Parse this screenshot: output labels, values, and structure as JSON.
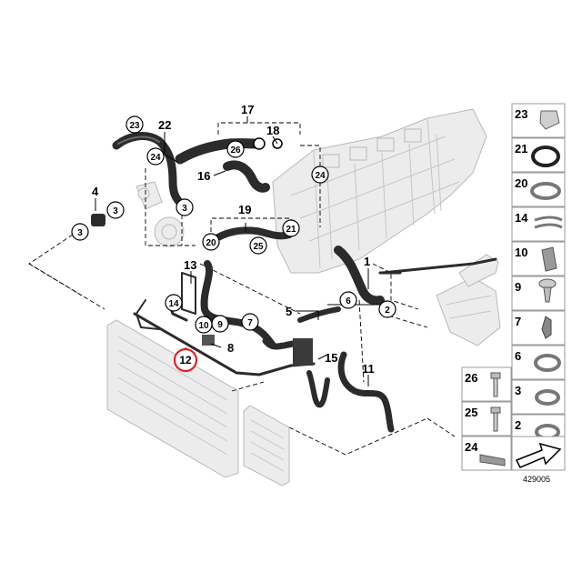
{
  "diagram": {
    "part_labels": {
      "p1": "1",
      "p4": "4",
      "p5": "5",
      "p7": "7",
      "p8": "8",
      "p10": "10",
      "p11": "11",
      "p12": "12",
      "p13": "13",
      "p14": "14",
      "p15": "15",
      "p16": "16",
      "p17": "17",
      "p18": "18",
      "p19": "19",
      "p22": "22",
      "c23": "23",
      "c24a": "24",
      "c24b": "24",
      "c26": "26",
      "c3a": "3",
      "c3b": "3",
      "c3c": "3",
      "c20": "20",
      "c21": "21",
      "c25": "25",
      "c6": "6",
      "c2": "2",
      "c9": "9",
      "c7": "7"
    },
    "highlighted_part": "12",
    "highlight_color": "#e02020",
    "reference_number": "429005"
  },
  "legend": {
    "items": [
      "23",
      "21",
      "20",
      "14",
      "10",
      "9",
      "7",
      "6",
      "3",
      "2"
    ],
    "items_left": [
      "26",
      "25",
      "24"
    ]
  }
}
